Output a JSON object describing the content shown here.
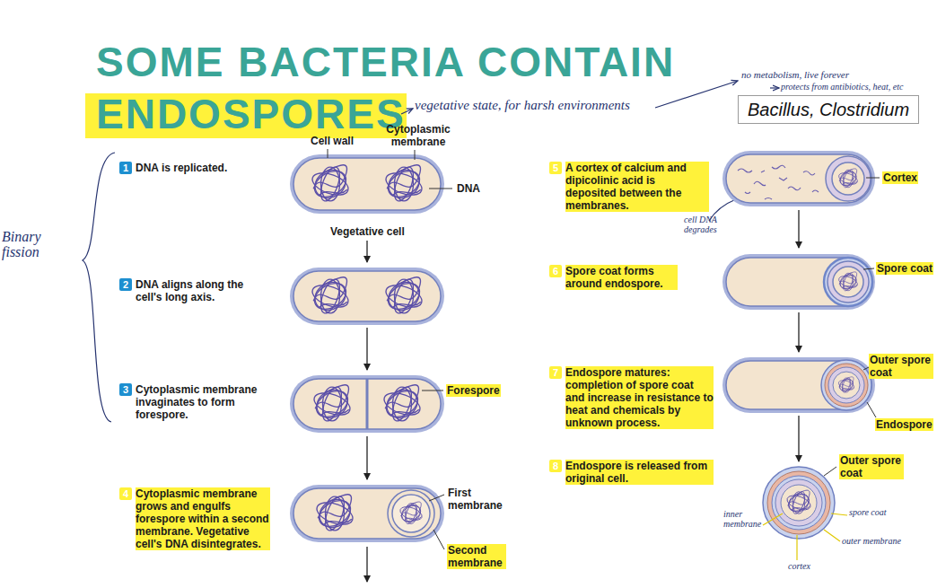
{
  "diagram": {
    "title": "SOME BACTERIA CONTAIN ENDOSPORES",
    "nodes": [
      {
        "text": [
          "Bacillus, Clostridium"
        ]
      }
    ],
    "labels": [
      "vegetative state, for harsh environments",
      "no metabolism, live forever",
      "protects from antibiotics, heat, etc",
      "Binary fission",
      "Cell wall",
      "Cytoplasmic membrane",
      "1",
      "DNA is replicated.",
      "DNA",
      "Vegetative cell",
      "2",
      "DNA aligns along the cell's long axis.",
      "3",
      "Cytoplasmic membrane invaginates to form forespore.",
      "Forespore",
      "4",
      "Cytoplasmic membrane grows and engulfs forespore within a second membrane. Vegetative cell's DNA disintegrates.",
      "First membrane",
      "Second membrane",
      "5",
      "A cortex of calcium and dipicolinic acid is deposited between the membranes.",
      "Cortex",
      "cell DNA degrades",
      "6",
      "Spore coat forms around endospore.",
      "Spore coat",
      "7",
      "Endospore matures: completion of spore coat and increase in resistance to heat and chemicals by unknown process.",
      "Outer spore coat",
      "Endospore",
      "8",
      "Endospore is released from original cell.",
      "Outer spore coat",
      "inner membrane",
      "spore coat",
      "outer membrane",
      "cortex"
    ]
  }
}
